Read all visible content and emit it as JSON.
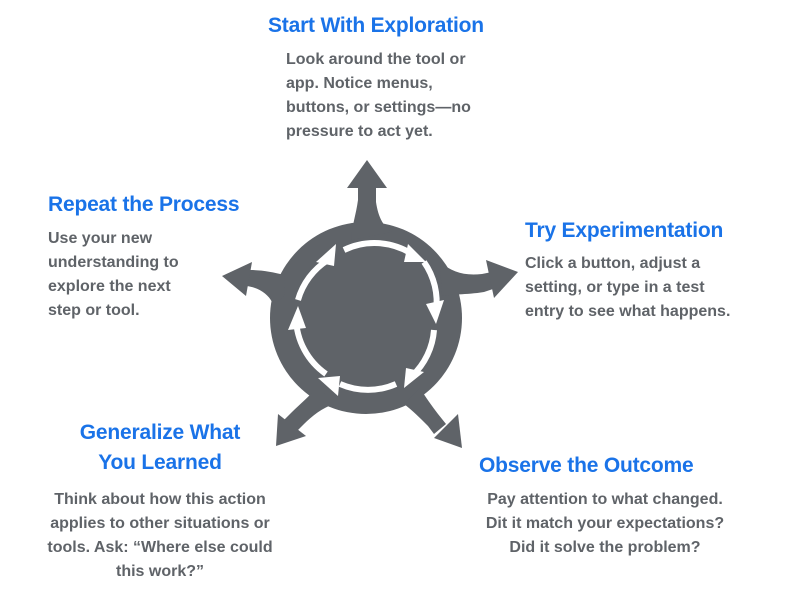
{
  "colors": {
    "title": "#1a73e8",
    "text": "#5f6368",
    "diagram": "#5f6368",
    "ring": "#ffffff",
    "background": "#ffffff"
  },
  "diagram": {
    "type": "cycle-with-branches",
    "center_icon": "clockwise-cycle-arrows-icon",
    "branch_count": 5
  },
  "steps": [
    {
      "id": "explore",
      "title": "Start With Exploration",
      "lines": [
        "Look around the tool or",
        "app. Notice menus,",
        "buttons, or settings—no",
        "pressure to act yet."
      ]
    },
    {
      "id": "experiment",
      "title": "Try Experimentation",
      "lines": [
        "Click a button, adjust a",
        "setting, or type in a test",
        "entry to see what happens."
      ]
    },
    {
      "id": "observe",
      "title": "Observe the Outcome",
      "lines": [
        "Pay attention to what changed.",
        "Dit it match your expectations?",
        "Did it solve the problem?"
      ]
    },
    {
      "id": "generalize",
      "title_lines": [
        "Generalize What",
        "You Learned"
      ],
      "lines": [
        "Think about how this action",
        "applies to other situations or",
        "tools. Ask: “Where else could",
        "this work?”"
      ]
    },
    {
      "id": "repeat",
      "title": "Repeat the Process",
      "lines": [
        "Use your new",
        "understanding to",
        "explore the next",
        "step or tool."
      ]
    }
  ]
}
